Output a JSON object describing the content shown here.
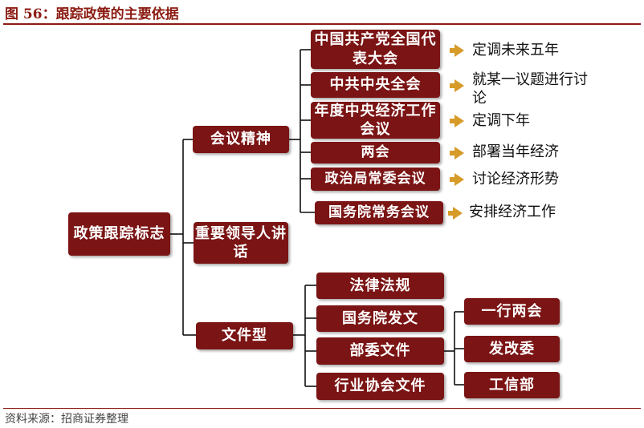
{
  "header": {
    "title": "图 56：跟踪政策的主要依据"
  },
  "footer": {
    "source": "资料来源：招商证券整理"
  },
  "diagram": {
    "root": "政策跟踪标志",
    "level1": {
      "meeting_spirit": "会议精神",
      "leader_speech": "重要领导人讲话",
      "document_type": "文件型"
    },
    "meetings": [
      "中国共产党全国代表大会",
      "中共中央全会",
      "年度中央经济工作会议",
      "两会",
      "政治局常委会议",
      "国务院常务会议"
    ],
    "meeting_notes": [
      "定调未来五年",
      "就某一议题进行讨论",
      "定调下年",
      "部署当年经济",
      "讨论经济形势",
      "安排经济工作"
    ],
    "documents": [
      "法律法规",
      "国务院发文",
      "部委文件",
      "行业协会文件"
    ],
    "ministries": [
      "一行两会",
      "发改委",
      "工信部"
    ],
    "colors": {
      "box": "#7b1414",
      "arrow": "#d79b2a",
      "title": "#8c1c13"
    }
  }
}
